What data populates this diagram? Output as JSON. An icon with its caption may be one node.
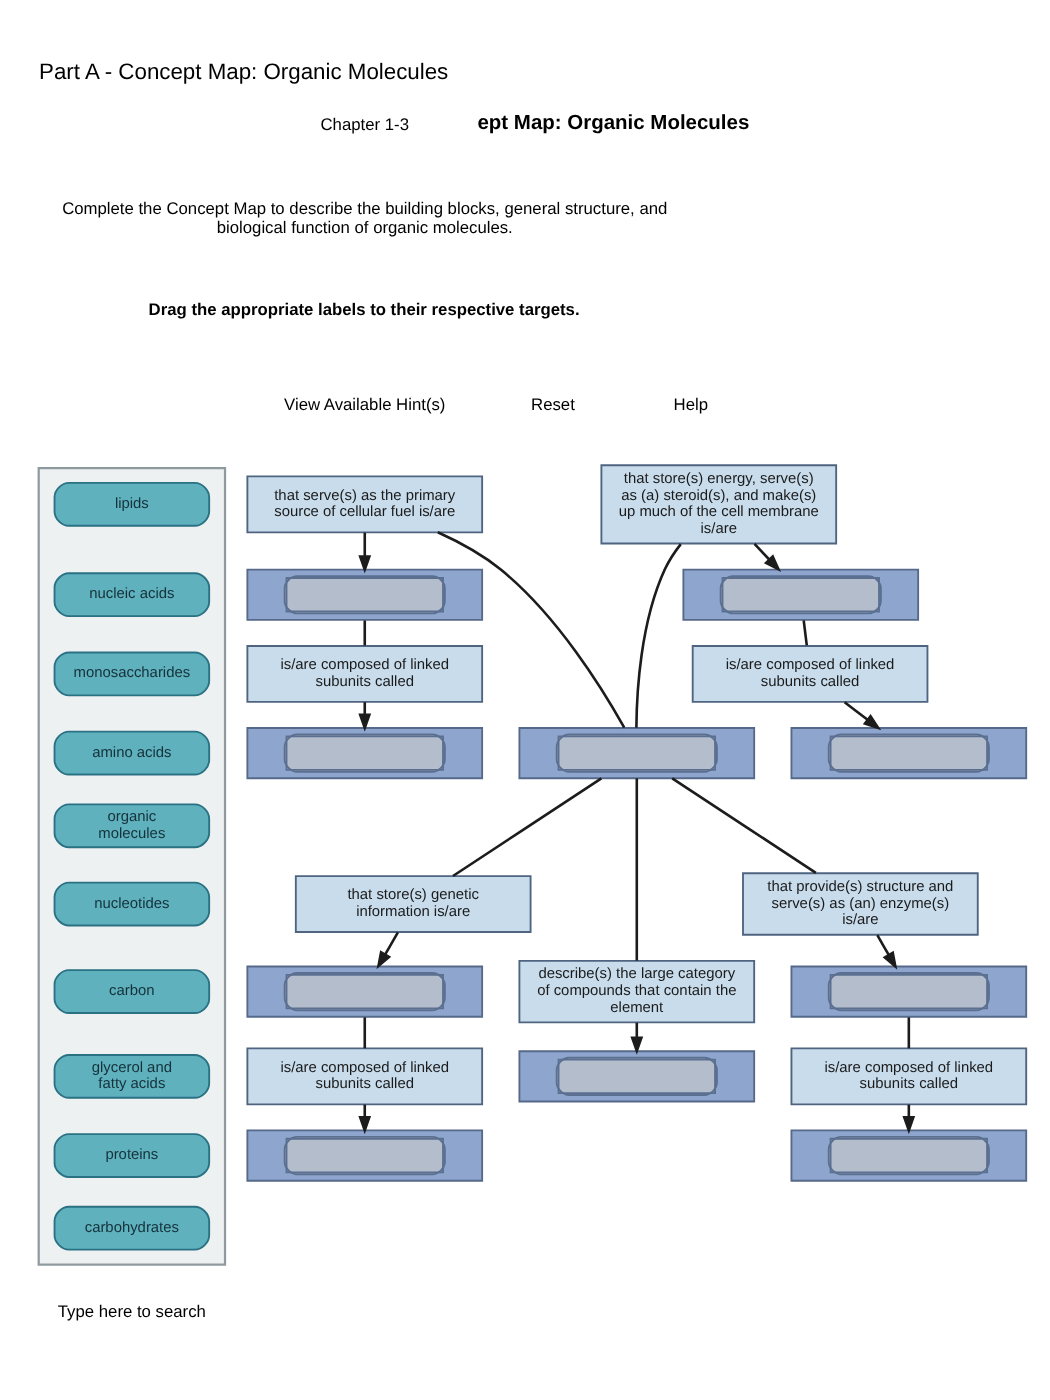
{
  "diagram": {
    "title": "Part A - Concept Map: Organic Molecules",
    "nodes": [
      {
        "text": [],
        "shape": "box"
      },
      {
        "text": [
          "lipids"
        ],
        "in": 0
      },
      {
        "text": [
          "nucleic acids"
        ],
        "in": 0
      },
      {
        "text": [
          "monosaccharides"
        ],
        "in": 0
      },
      {
        "text": [
          "amino acids"
        ],
        "in": 0
      },
      {
        "text": [
          "organic molecules"
        ],
        "in": 0
      },
      {
        "text": [
          "nucleotides"
        ],
        "in": 0
      },
      {
        "text": [
          "carbon"
        ],
        "in": 0
      },
      {
        "text": [
          "glycerol and fatty acids"
        ],
        "in": 0
      },
      {
        "text": [
          "proteins"
        ],
        "in": 0
      },
      {
        "text": [
          "carbohydrates"
        ],
        "in": 0
      },
      {
        "text": [
          "that serve(s) as the primary source of cellular fuel is/are"
        ]
      },
      {
        "text": [],
        "shape": "box"
      },
      {
        "text": [
          "is/are composed of linked subunits called"
        ]
      },
      {
        "text": [],
        "shape": "box"
      },
      {
        "text": [
          "that store(s) genetic information is/are"
        ]
      },
      {
        "text": [],
        "shape": "box"
      },
      {
        "text": [
          "is/are composed of linked subunits called"
        ]
      },
      {
        "text": [],
        "shape": "box"
      },
      {
        "text": [],
        "shape": "box"
      },
      {
        "text": [
          "describe(s) the large category of compounds that contain the element"
        ]
      },
      {
        "text": [],
        "shape": "box"
      },
      {
        "text": [
          "that store(s) energy, serve(s) as (a) steroid(s), and make(s) up much of the cell membrane is/are"
        ]
      },
      {
        "text": [],
        "shape": "box"
      },
      {
        "text": [
          "is/are composed of linked subunits called"
        ]
      },
      {
        "text": [],
        "shape": "box"
      },
      {
        "text": [
          "that provide(s) structure and serve(s) as (an) enzyme(s) is/are"
        ]
      },
      {
        "text": [],
        "shape": "box"
      },
      {
        "text": [
          "is/are composed of linked subunits called"
        ]
      },
      {
        "text": [],
        "shape": "box"
      }
    ],
    "edges": [
      {
        "from": 19,
        "to": 11,
        "arrow": "none"
      },
      {
        "from": 19,
        "to": 22,
        "arrow": "none"
      },
      {
        "from": 19,
        "to": 15,
        "arrow": "none"
      },
      {
        "from": 19,
        "to": 26,
        "arrow": "none"
      },
      {
        "from": 19,
        "to": 20,
        "arrow": "none"
      },
      {
        "from": 11,
        "to": 12,
        "arrow": "to"
      },
      {
        "from": 12,
        "to": 13,
        "arrow": "none"
      },
      {
        "from": 13,
        "to": 14,
        "arrow": "to"
      },
      {
        "from": 22,
        "to": 23,
        "arrow": "to"
      },
      {
        "from": 23,
        "to": 24,
        "arrow": "none"
      },
      {
        "from": 24,
        "to": 25,
        "arrow": "to"
      },
      {
        "from": 15,
        "to": 16,
        "arrow": "to"
      },
      {
        "from": 16,
        "to": 17,
        "arrow": "none"
      },
      {
        "from": 17,
        "to": 18,
        "arrow": "to"
      },
      {
        "from": 26,
        "to": 27,
        "arrow": "to"
      },
      {
        "from": 27,
        "to": 28,
        "arrow": "none"
      },
      {
        "from": 28,
        "to": 29,
        "arrow": "to"
      },
      {
        "from": 20,
        "to": 21,
        "arrow": "to"
      }
    ],
    "labels": [
      "Chapter 1-3",
      "ept Map: Organic Molecules",
      "Complete the Concept Map to describe the building blocks, general structure, and biological function of organic molecules.",
      "Drag the appropriate labels to their respective targets.",
      "View Available Hint(s)",
      "Reset",
      "Help",
      "Type here to search"
    ]
  }
}
